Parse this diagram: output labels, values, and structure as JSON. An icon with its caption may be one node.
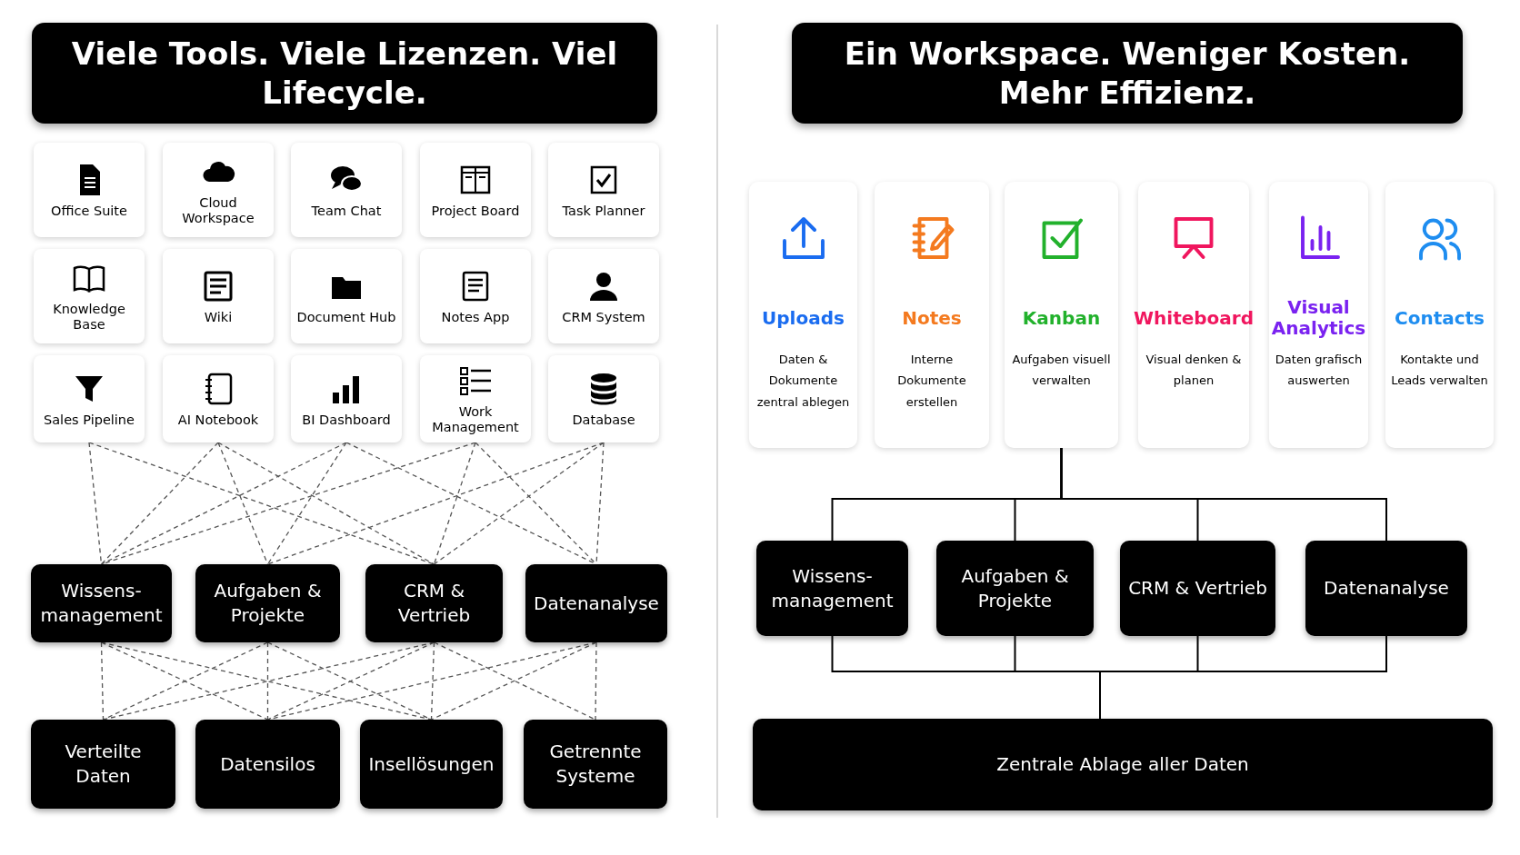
{
  "diagram": {
    "nodes": [
      {
        "text": [
          "Viele Tools. Viele Lizenzen. Viel Lifecycle."
        ]
      },
      {
        "text": [
          "Office Suite"
        ]
      },
      {
        "text": [
          "Cloud Workspace"
        ]
      },
      {
        "text": [
          "Team Chat"
        ]
      },
      {
        "text": [
          "Project Board"
        ]
      },
      {
        "text": [
          "Task Planner"
        ]
      },
      {
        "text": [
          "Knowledge Base"
        ]
      },
      {
        "text": [
          "Wiki"
        ]
      },
      {
        "text": [
          "Document Hub"
        ]
      },
      {
        "text": [
          "Notes App"
        ]
      },
      {
        "text": [
          "CRM System"
        ]
      },
      {
        "text": [
          "Sales Pipeline"
        ]
      },
      {
        "text": [
          "AI Notebook"
        ]
      },
      {
        "text": [
          "BI Dashboard"
        ]
      },
      {
        "text": [
          "Work Management"
        ]
      },
      {
        "text": [
          "Database"
        ]
      },
      {
        "text": [
          "Wissens- management"
        ]
      },
      {
        "text": [
          "Aufgaben & Projekte"
        ]
      },
      {
        "text": [
          "CRM & Vertrieb"
        ]
      },
      {
        "text": [
          "Datenanalyse"
        ]
      },
      {
        "text": [
          "Verteilte Daten"
        ]
      },
      {
        "text": [
          "Datensilos"
        ]
      },
      {
        "text": [
          "Insellösungen"
        ]
      },
      {
        "text": [
          "Getrennte Systeme"
        ]
      },
      {
        "text": [
          "Ein Workspace. Weniger Kosten. Mehr Effizienz."
        ]
      },
      {
        "text": [
          "Uploads",
          "Daten & Dokumente zentral ablegen"
        ]
      },
      {
        "text": [
          "Notes",
          "Interne Dokumente erstellen"
        ]
      },
      {
        "text": [
          "Kanban",
          "Aufgaben visuell verwalten"
        ]
      },
      {
        "text": [
          "Whiteboard",
          "Visual denken & planen"
        ]
      },
      {
        "text": [
          "Visual Analytics",
          "Daten grafisch auswerten"
        ]
      },
      {
        "text": [
          "Contacts",
          "Kontakte und Leads verwalten"
        ]
      },
      {
        "text": [
          "Wissens- management"
        ]
      },
      {
        "text": [
          "Aufgaben & Projekte"
        ]
      },
      {
        "text": [
          "CRM & Vertrieb"
        ]
      },
      {
        "text": [
          "Datenanalyse"
        ]
      },
      {
        "text": [
          "Zentrale Ablage aller Daten"
        ]
      }
    ],
    "edges": [
      {
        "from": 11,
        "to": 16,
        "arrow": "none",
        "style": "dashed"
      },
      {
        "from": 11,
        "to": 18,
        "arrow": "none",
        "style": "dashed"
      },
      {
        "from": 12,
        "to": 16,
        "arrow": "none",
        "style": "dashed"
      },
      {
        "from": 12,
        "to": 17,
        "arrow": "none",
        "style": "dashed"
      },
      {
        "from": 12,
        "to": 18,
        "arrow": "none",
        "style": "dashed"
      },
      {
        "from": 13,
        "to": 16,
        "arrow": "none",
        "style": "dashed"
      },
      {
        "from": 13,
        "to": 17,
        "arrow": "none",
        "style": "dashed"
      },
      {
        "from": 13,
        "to": 19,
        "arrow": "none",
        "style": "dashed"
      },
      {
        "from": 14,
        "to": 16,
        "arrow": "none",
        "style": "dashed"
      },
      {
        "from": 14,
        "to": 18,
        "arrow": "none",
        "style": "dashed"
      },
      {
        "from": 14,
        "to": 19,
        "arrow": "none",
        "style": "dashed"
      },
      {
        "from": 15,
        "to": 17,
        "arrow": "none",
        "style": "dashed"
      },
      {
        "from": 15,
        "to": 18,
        "arrow": "none",
        "style": "dashed"
      },
      {
        "from": 15,
        "to": 19,
        "arrow": "none",
        "style": "dashed"
      },
      {
        "from": 16,
        "to": 20,
        "arrow": "none",
        "style": "dashed"
      },
      {
        "from": 16,
        "to": 21,
        "arrow": "none",
        "style": "dashed"
      },
      {
        "from": 16,
        "to": 22,
        "arrow": "none",
        "style": "dashed"
      },
      {
        "from": 17,
        "to": 20,
        "arrow": "none",
        "style": "dashed"
      },
      {
        "from": 17,
        "to": 21,
        "arrow": "none",
        "style": "dashed"
      },
      {
        "from": 17,
        "to": 22,
        "arrow": "none",
        "style": "dashed"
      },
      {
        "from": 18,
        "to": 20,
        "arrow": "none",
        "style": "dashed"
      },
      {
        "from": 18,
        "to": 21,
        "arrow": "none",
        "style": "dashed"
      },
      {
        "from": 18,
        "to": 22,
        "arrow": "none",
        "style": "dashed"
      },
      {
        "from": 18,
        "to": 23,
        "arrow": "none",
        "style": "dashed"
      },
      {
        "from": 19,
        "to": 21,
        "arrow": "none",
        "style": "dashed"
      },
      {
        "from": 19,
        "to": 22,
        "arrow": "none",
        "style": "dashed"
      },
      {
        "from": 19,
        "to": 23,
        "arrow": "none",
        "style": "dashed"
      },
      {
        "from": 27,
        "to": 31,
        "arrow": "none"
      },
      {
        "from": 27,
        "to": 32,
        "arrow": "none"
      },
      {
        "from": 27,
        "to": 33,
        "arrow": "none"
      },
      {
        "from": 27,
        "to": 34,
        "arrow": "none"
      },
      {
        "from": 31,
        "to": 35,
        "arrow": "none"
      },
      {
        "from": 32,
        "to": 35,
        "arrow": "none"
      },
      {
        "from": 33,
        "to": 35,
        "arrow": "none"
      },
      {
        "from": 34,
        "to": 35,
        "arrow": "none"
      }
    ]
  }
}
